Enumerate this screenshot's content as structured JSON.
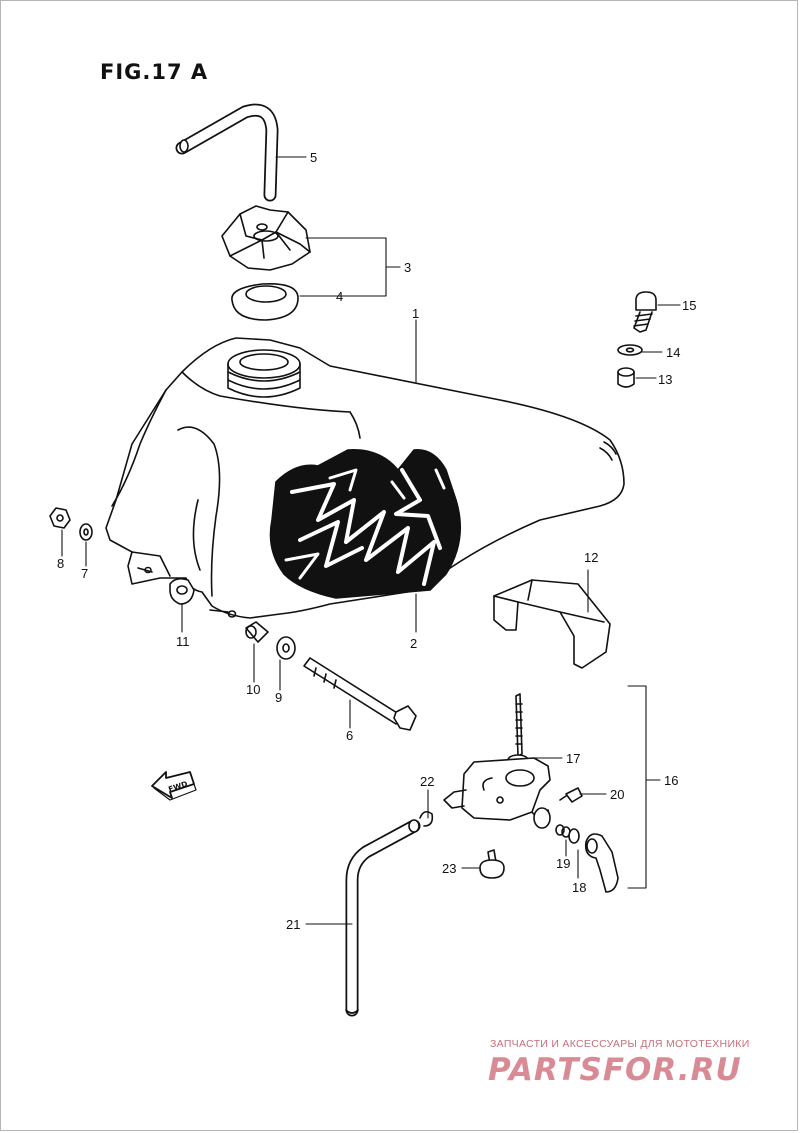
{
  "figure": {
    "title": "FIG.17 A"
  },
  "callouts": {
    "c1": "1",
    "c2": "2",
    "c3": "3",
    "c4": "4",
    "c5": "5",
    "c6": "6",
    "c7": "7",
    "c8": "8",
    "c9": "9",
    "c10": "10",
    "c11": "11",
    "c12": "12",
    "c13": "13",
    "c14": "14",
    "c15": "15",
    "c16": "16",
    "c17": "17",
    "c18": "18",
    "c19": "19",
    "c20": "20",
    "c21": "21",
    "c22": "22",
    "c23": "23"
  },
  "direction_marker": "FWD",
  "watermark": {
    "tagline": "ЗАПЧАСТИ И АКСЕССУАРЫ ДЛЯ МОТОТЕХНИКИ",
    "logo": "PARTSFOR.RU"
  }
}
